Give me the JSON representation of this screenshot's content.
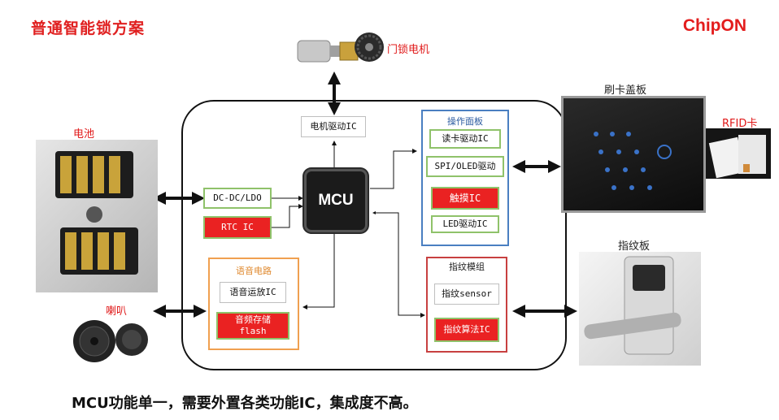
{
  "title": "普通智能锁方案",
  "brand": "ChipON",
  "caption": "MCU功能单一，需要外置各类功能IC，集成度不高。",
  "mcu_label": "MCU",
  "left": {
    "battery_label": "电池",
    "speaker_label": "喇叭"
  },
  "top": {
    "motor_label": "门锁电机",
    "motor_driver": "电机驱动IC"
  },
  "power": {
    "dcdc": "DC-DC/LDO",
    "rtc": "RTC IC"
  },
  "voice": {
    "group_title": "语音电路",
    "amp": "语音运放IC",
    "flash_line1": "音频存储",
    "flash_line2": "flash"
  },
  "panel": {
    "group_title": "操作面板",
    "items": [
      "读卡驱动IC",
      "SPI/OLED驱动",
      "触摸IC",
      "LED驱动IC"
    ]
  },
  "fingerprint": {
    "group_title": "指纹模组",
    "sensor": "指纹sensor",
    "algo": "指纹算法IC"
  },
  "right": {
    "card_cover_label": "刷卡盖板",
    "rfid_label": "RFID卡",
    "fp_board_label": "指纹板"
  },
  "colors": {
    "accent_red": "#e01818",
    "box_green": "#8fc26a",
    "panel_blue": "#4a7fc1",
    "voice_orange": "#f0a050",
    "fp_red": "#c84040"
  }
}
